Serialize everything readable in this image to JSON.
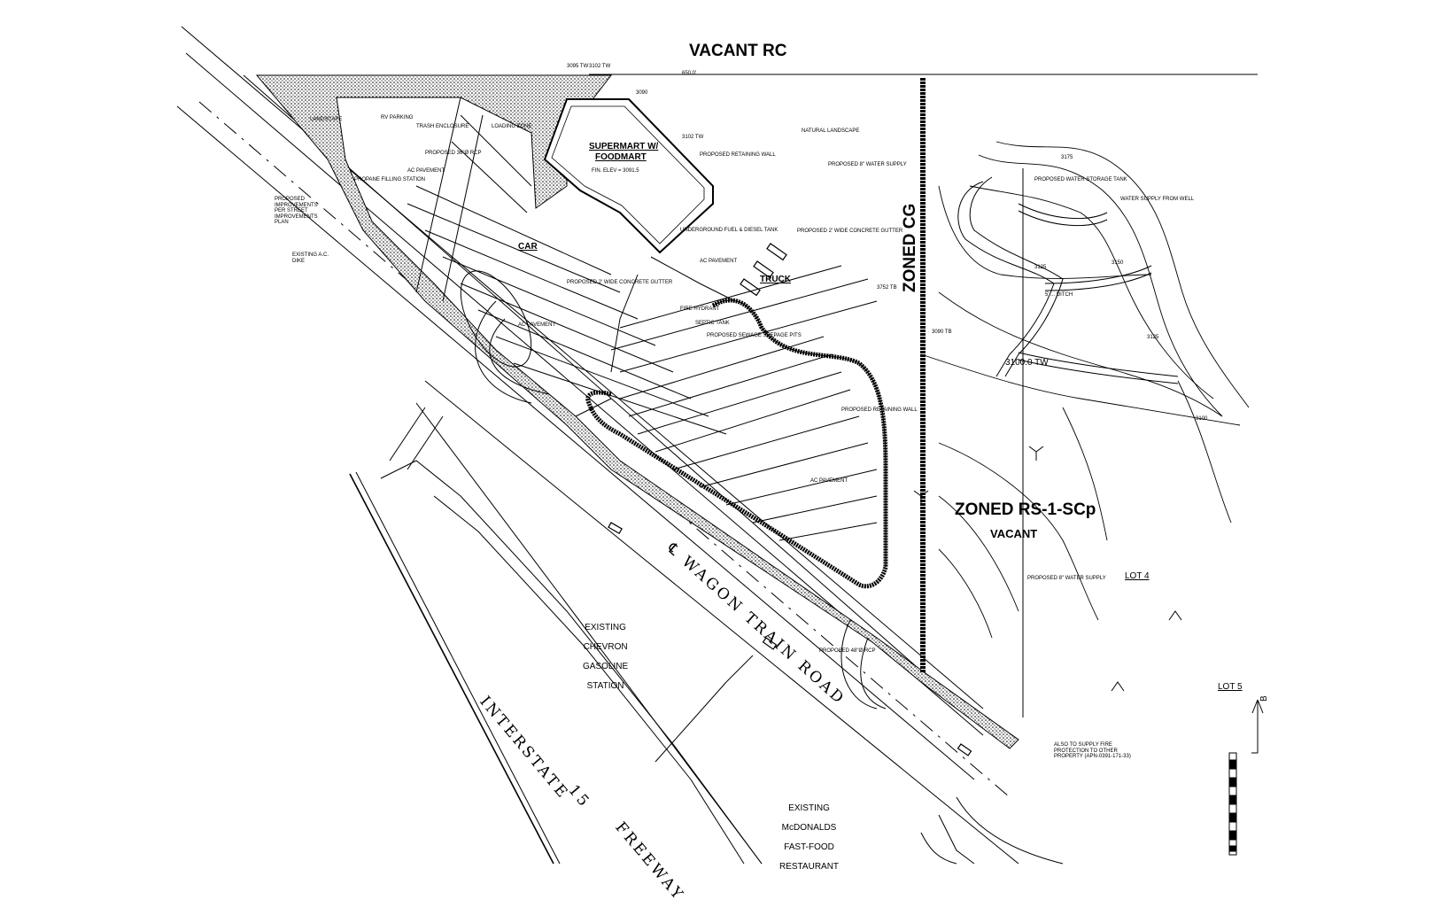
{
  "zoning": {
    "north": "VACANT RC",
    "cg": "ZONED CG",
    "rs": "ZONED RS-1-SCp",
    "rs_note": "VACANT"
  },
  "roads": {
    "wagon_train": "℄ WAGON TRAIN ROAD",
    "interstate": "INTERSTATE",
    "route_number": "15",
    "freeway": "FREEWAY"
  },
  "neighbors": {
    "chevron": [
      "EXISTING",
      "CHEVRON",
      "GASOLINE",
      "STATION"
    ],
    "mcdonalds": [
      "EXISTING",
      "McDONALDS",
      "FAST-FOOD",
      "RESTAURANT"
    ]
  },
  "building": {
    "name": "SUPERMART W/",
    "name2": "FOODMART",
    "elevation": "FIN. ELEV = 3091.5"
  },
  "parking": {
    "car": "CAR",
    "truck": "TRUCK"
  },
  "lots": {
    "lot4": "LOT 4",
    "lot5": "LOT 5"
  },
  "notes": {
    "propane": "PROPANE FILLING STATION",
    "trash": "TRASH ENCLOSURE",
    "rcp36": "PROPOSED 36\"Ø RCP",
    "ac1": "AC PAVEMENT",
    "ac2": "AC PAVEMENT",
    "ac3": "AC PAVEMENT",
    "ac4": "AC PAVEMENT",
    "natural": "NATURAL LANDSCAPE",
    "retwall1": "PROPOSED RETAINING WALL",
    "water8": "PROPOSED 8\" WATER SUPPLY",
    "water_storage": "PROPOSED WATER STORAGE TANK",
    "water_well": "WATER SUPPLY FROM WELL",
    "gutter1": "PROPOSED 2' WIDE CONCRETE GUTTER",
    "gutter2": "PROPOSED 2' WIDE CONCRETE GUTTER",
    "underground_tank": "UNDERGROUND FUEL & DIESEL TANK",
    "septic": "SEPTIC TANK",
    "seepage": "PROPOSED SEWAGE SEEPAGE PITS",
    "fire_hydrant": "FIRE HYDRANT",
    "retwall2": "PROPOSED RETAINING WALL",
    "rcp48": "PROPOSED 48\"Ø RCP",
    "water8b": "PROPOSED 8\" WATER SUPPLY",
    "supply_note": "ALSO TO SUPPLY FIRE PROTECTION TO OTHER PROPERTY (APN-0391-171-33)",
    "existing_ac": "EXISTING A.C. DIKE",
    "improvements": "PROPOSED IMPROVEMENTS PER STREET IMPROVEMENTS PLAN",
    "rv": "RV PARKING",
    "loading": "LOADING ZONE",
    "landscape": "LANDSCAPE",
    "ditch": "5' ... DITCH",
    "tw": "3100.0 TW",
    "north": "B"
  },
  "elevations": {
    "e3095": "3095 TW",
    "e3102a": "3102 TW",
    "e3102b": "3102 TW",
    "e3090": "3090",
    "e3752": "3752 TB",
    "e3090b": "3090 TB",
    "dist650": "650.0'",
    "c3175": "3175",
    "c3150": "3150",
    "c3125": "3125",
    "c3125b": "3125",
    "c3100": "3100"
  }
}
